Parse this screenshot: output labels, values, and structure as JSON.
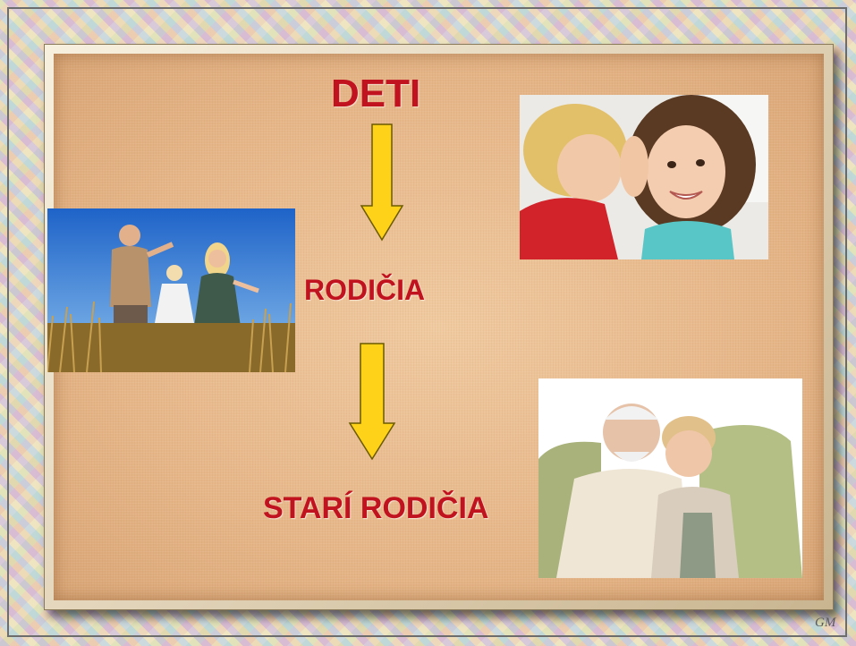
{
  "slide": {
    "title": "DETI",
    "middle_label": "RODIČIA",
    "bottom_label": "STARÍ RODIČIA"
  },
  "colors": {
    "label_red": "#c1121f",
    "arrow_yellow": "#ffd21a",
    "board_tan": "#e8b98b"
  },
  "photos": [
    {
      "name": "children-whispering-photo",
      "depicts": "two children whispering"
    },
    {
      "name": "family-in-field-photo",
      "depicts": "parents with child in a field"
    },
    {
      "name": "grandparents-photo",
      "depicts": "elderly couple on a sofa"
    }
  ],
  "signature": "GM"
}
